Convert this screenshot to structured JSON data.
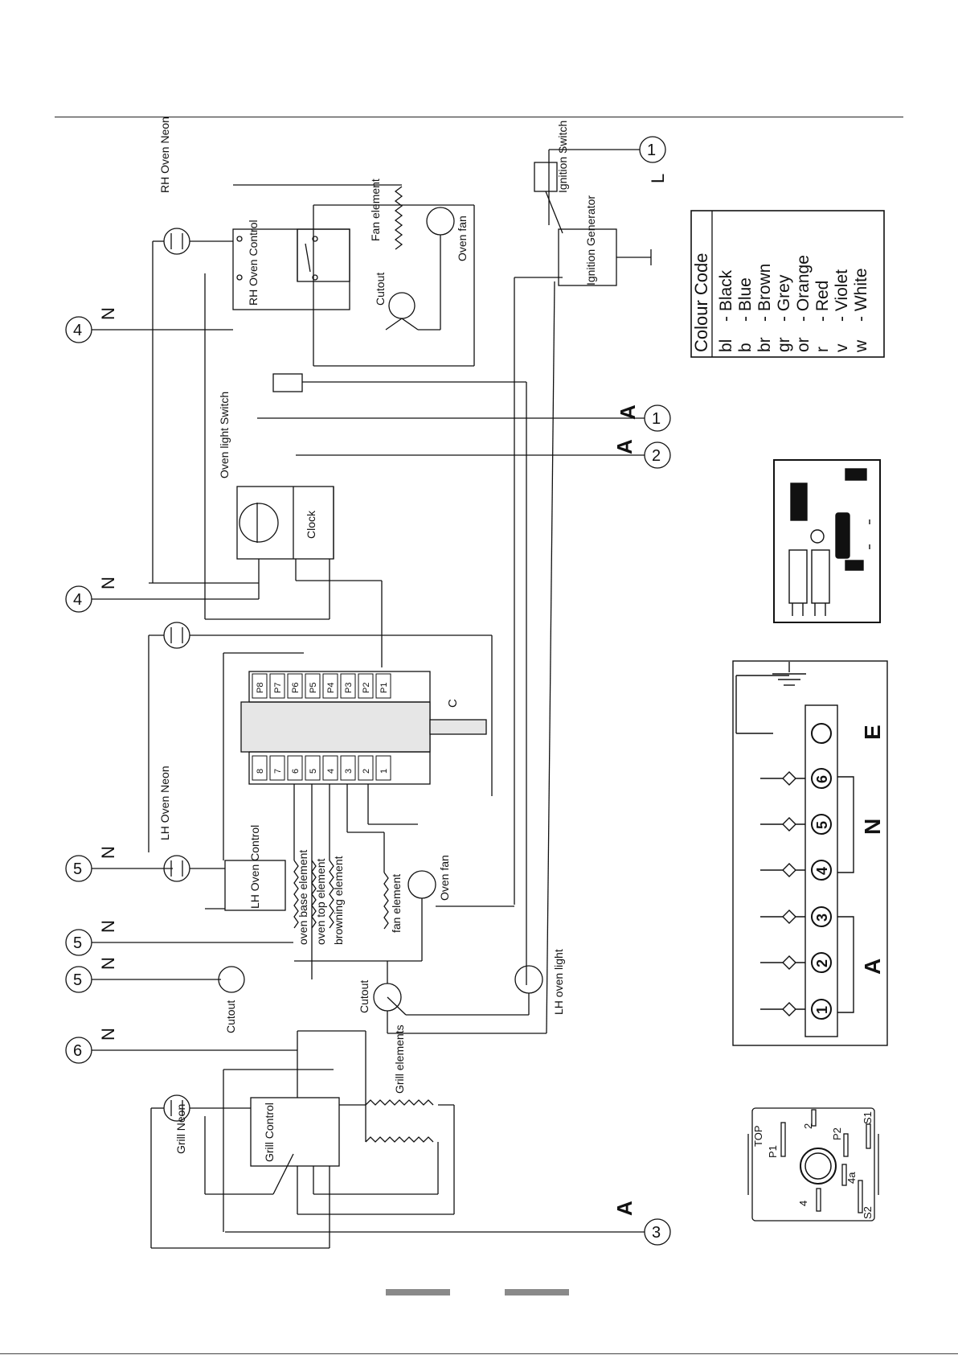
{
  "colour_code": {
    "title": "Colour Code",
    "entries": [
      {
        "code": "bl",
        "name": "- Black"
      },
      {
        "code": "b",
        "name": "- Blue"
      },
      {
        "code": "br",
        "name": "- Brown"
      },
      {
        "code": "gr",
        "name": "- Grey"
      },
      {
        "code": "or",
        "name": "- Orange"
      },
      {
        "code": "r",
        "name": "- Red"
      },
      {
        "code": "v",
        "name": "- Violet"
      },
      {
        "code": "w",
        "name": "- White"
      }
    ]
  },
  "terminal_block": {
    "terminals": [
      "1",
      "2",
      "3",
      "4",
      "5",
      "6"
    ],
    "group_a": "A",
    "group_n": "N",
    "group_e": "E"
  },
  "grill_switch": {
    "top": "TOP",
    "pins": [
      "P1",
      "2",
      "P2",
      "S1",
      "4a",
      "4",
      "S2"
    ]
  },
  "labels": {
    "rh_neon": "RH Oven Neon",
    "rh_control": "RH Oven Control",
    "fan_element": "Fan element",
    "oven_fan": "Oven fan",
    "cutout": "Cutout",
    "ignition_switch": "Ignition Switch",
    "ignition_generator": "Ignition Generator",
    "oven_light_switch": "Oven light Switch",
    "clock": "Clock",
    "lh_neon": "LH Oven Neon",
    "lh_control": "LH Oven Control",
    "oven_base_element": "oven base element",
    "oven_top_element": "oven top element",
    "browning_element": "browning element",
    "fan_element_lh": "fan element",
    "oven_fan_lh": "Oven fan",
    "lh_oven_light": "LH oven light",
    "cutout_lh": "Cutout",
    "cutout_lh2": "Cutout",
    "grill_neon": "Grill Neon",
    "grill_control": "Grill Control",
    "grill_elements": "Grill elements",
    "selector_c": "C",
    "letter_l": "L",
    "letter_a": "A",
    "letter_n": "N"
  },
  "selector_pins": {
    "p_side": [
      "P8",
      "P7",
      "P6",
      "P5",
      "P4",
      "P3",
      "P2",
      "P1"
    ],
    "n_side": [
      "8",
      "7",
      "6",
      "5",
      "4",
      "3",
      "2",
      "1"
    ]
  }
}
